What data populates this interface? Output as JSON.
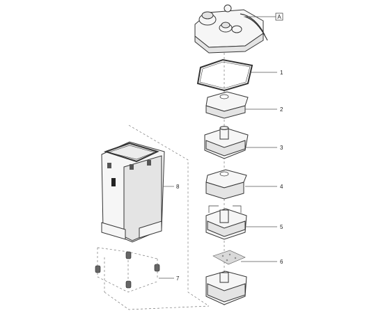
{
  "callouts": [
    {
      "id": "A",
      "text": "A"
    },
    {
      "id": "1",
      "text": "1"
    },
    {
      "id": "2",
      "text": "2"
    },
    {
      "id": "3",
      "text": "3"
    },
    {
      "id": "4",
      "text": "4"
    },
    {
      "id": "5",
      "text": "5"
    },
    {
      "id": "6",
      "text": "6"
    },
    {
      "id": "7",
      "text": "7"
    },
    {
      "id": "8",
      "text": "8"
    }
  ]
}
